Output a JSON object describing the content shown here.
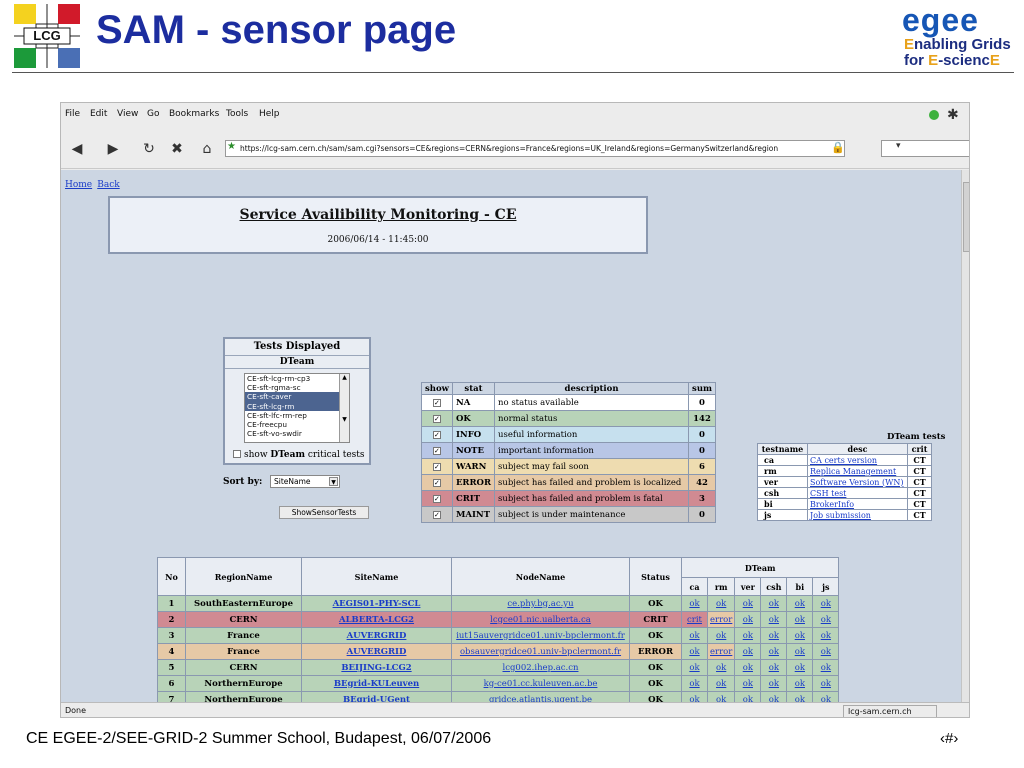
{
  "slide": {
    "title": "SAM - sensor page",
    "lcg_logo_text": "LCG",
    "egee_logo": {
      "word": "egee",
      "tag1_parts": [
        "E",
        "nabling Grids"
      ],
      "tag2_parts": [
        "for ",
        "E",
        "-scienc",
        "E"
      ]
    },
    "footer": "CE EGEE-2/SEE-GRID-2 Summer School, Budapest, 06/07/2006",
    "page_number": "‹#›"
  },
  "browser": {
    "menu": [
      "File",
      "Edit",
      "View",
      "Go",
      "Bookmarks",
      "Tools",
      "Help"
    ],
    "url": "https://lcg-sam.cern.ch/sam/sam.cgi?sensors=CE&regions=CERN&regions=France&regions=UK_Ireland&regions=GermanySwitzerland&region",
    "status": "Done",
    "host": "lcg-sam.cern.ch"
  },
  "page": {
    "links": [
      "Home",
      "Back"
    ],
    "title": "Service Availibility Monitoring - CE",
    "timestamp": "2006/06/14 - 11:45:00",
    "tests_displayed": {
      "title": "Tests Displayed",
      "vo": "DTeam",
      "items": [
        "CE-sft-lcg-rm-cp3",
        "CE-sft-rgma-sc",
        "CE-sft-caver",
        "CE-sft-lcg-rm",
        "CE-sft-lfc-rm-rep",
        "CE-freecpu",
        "CE-sft-vo-swdir"
      ],
      "selected": [
        2,
        3
      ],
      "critical_prefix": "show",
      "critical_vo": "DTeam",
      "critical_suffix": "critical tests"
    },
    "sort_by": {
      "label": "Sort by:",
      "value": "SiteName"
    },
    "show_button": "ShowSensorTests",
    "legend": {
      "headers": [
        "show",
        "stat",
        "description",
        "sum"
      ],
      "rows": [
        {
          "stat": "NA",
          "description": "no status available",
          "sum": "0",
          "color": "#ffffff"
        },
        {
          "stat": "OK",
          "description": "normal status",
          "sum": "142",
          "color": "#b8d3b8"
        },
        {
          "stat": "INFO",
          "description": "useful information",
          "sum": "0",
          "color": "#c6e0ee"
        },
        {
          "stat": "NOTE",
          "description": "important information",
          "sum": "0",
          "color": "#b8c6e6"
        },
        {
          "stat": "WARN",
          "description": "subject may fail soon",
          "sum": "6",
          "color": "#eedcb0"
        },
        {
          "stat": "ERROR",
          "description": "subject has failed and problem is localized",
          "sum": "42",
          "color": "#e6c9a6"
        },
        {
          "stat": "CRIT",
          "description": "subject has failed and problem is fatal",
          "sum": "3",
          "color": "#d08a92"
        },
        {
          "stat": "MAINT",
          "description": "subject is under maintenance",
          "sum": "0",
          "color": "#c8c8c8"
        }
      ]
    },
    "dteam_tests": {
      "caption": "DTeam tests",
      "headers": [
        "testname",
        "desc",
        "crit"
      ],
      "rows": [
        {
          "testname": "ca",
          "desc": "CA certs version",
          "crit": "CT"
        },
        {
          "testname": "rm",
          "desc": "Replica Management",
          "crit": "CT"
        },
        {
          "testname": "ver",
          "desc": "Software Version (WN)",
          "crit": "CT"
        },
        {
          "testname": "csh",
          "desc": "CSH test",
          "crit": "CT"
        },
        {
          "testname": "bi",
          "desc": "BrokerInfo",
          "crit": "CT"
        },
        {
          "testname": "js",
          "desc": "Job submission",
          "crit": "CT"
        }
      ]
    },
    "sites": {
      "headers": [
        "No",
        "RegionName",
        "SiteName",
        "NodeName",
        "Status"
      ],
      "group": "DTeam",
      "tests": [
        "ca",
        "rm",
        "ver",
        "csh",
        "bi",
        "js"
      ],
      "rows": [
        {
          "no": "1",
          "region": "SouthEasternEurope",
          "site": "AEGIS01-PHY-SCL",
          "node": "ce.phy.bg.ac.yu",
          "status": "OK",
          "tests": [
            "ok",
            "ok",
            "ok",
            "ok",
            "ok",
            "ok"
          ],
          "row_color": "ok"
        },
        {
          "no": "2",
          "region": "CERN",
          "site": "ALBERTA-LCG2",
          "node": "lcgce01.nic.ualberta.ca",
          "status": "CRIT",
          "tests": [
            "crit",
            "error",
            "ok",
            "ok",
            "ok",
            "ok"
          ],
          "row_color": "crit"
        },
        {
          "no": "3",
          "region": "France",
          "site": "AUVERGRID",
          "node": "iut15auvergridce01.univ-bpclermont.fr",
          "status": "OK",
          "tests": [
            "ok",
            "ok",
            "ok",
            "ok",
            "ok",
            "ok"
          ],
          "row_color": "ok"
        },
        {
          "no": "4",
          "region": "France",
          "site": "AUVERGRID",
          "node": "obsauvergridce01.univ-bpclermont.fr",
          "status": "ERROR",
          "tests": [
            "ok",
            "error",
            "ok",
            "ok",
            "ok",
            "ok"
          ],
          "row_color": "err"
        },
        {
          "no": "5",
          "region": "CERN",
          "site": "BEIJING-LCG2",
          "node": "lcg002.ihep.ac.cn",
          "status": "OK",
          "tests": [
            "ok",
            "ok",
            "ok",
            "ok",
            "ok",
            "ok"
          ],
          "row_color": "ok"
        },
        {
          "no": "6",
          "region": "NorthernEurope",
          "site": "BEgrid-KULeuven",
          "node": "kg-ce01.cc.kuleuven.ac.be",
          "status": "OK",
          "tests": [
            "ok",
            "ok",
            "ok",
            "ok",
            "ok",
            "ok"
          ],
          "row_color": "ok"
        },
        {
          "no": "7",
          "region": "NorthernEurope",
          "site": "BEgrid-UGent",
          "node": "gridce.atlantis.ugent.be",
          "status": "OK",
          "tests": [
            "ok",
            "ok",
            "ok",
            "ok",
            "ok",
            "ok"
          ],
          "row_color": "ok"
        }
      ]
    }
  }
}
